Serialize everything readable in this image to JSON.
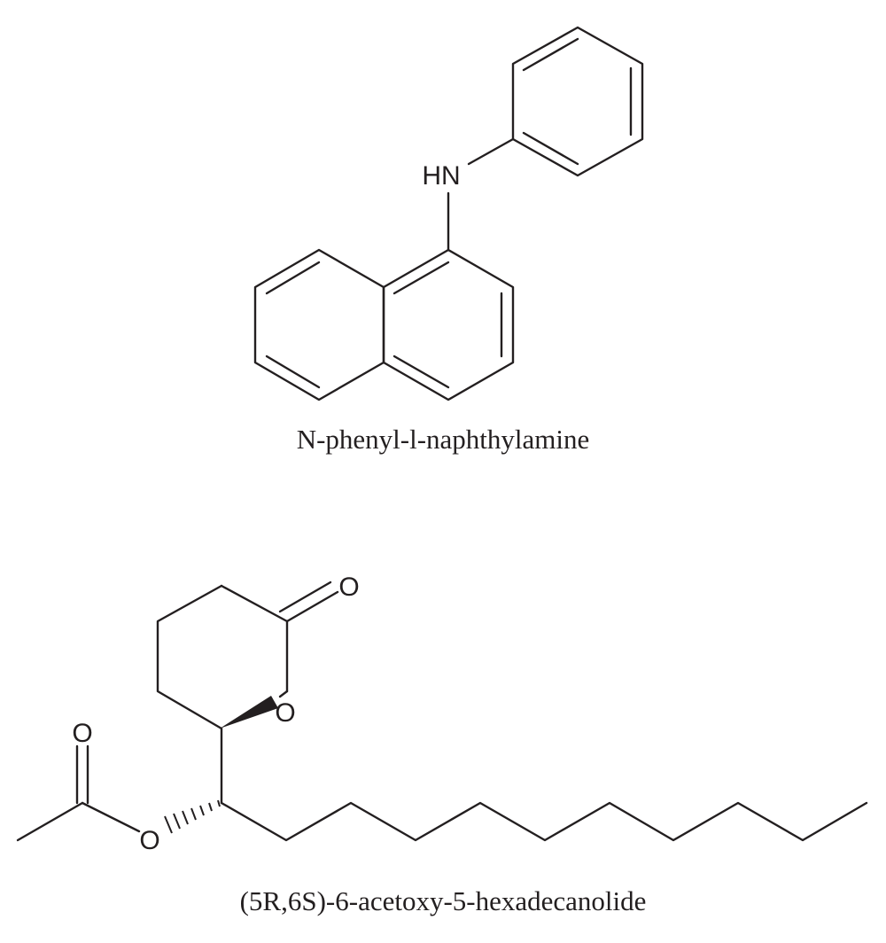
{
  "molecules": [
    {
      "name": "N-phenyl-l-naphthylamine",
      "atom_labels": {
        "nh": "HN"
      }
    },
    {
      "name": "(5R,6S)-6-acetoxy-5-hexadecanolide",
      "atom_labels": {
        "lactone_carbonyl_o": "O",
        "ring_o": "O",
        "acetyl_carbonyl_o": "O",
        "ester_o": "O"
      }
    }
  ],
  "colors": {
    "ink": "#231f20",
    "background": "#ffffff"
  }
}
